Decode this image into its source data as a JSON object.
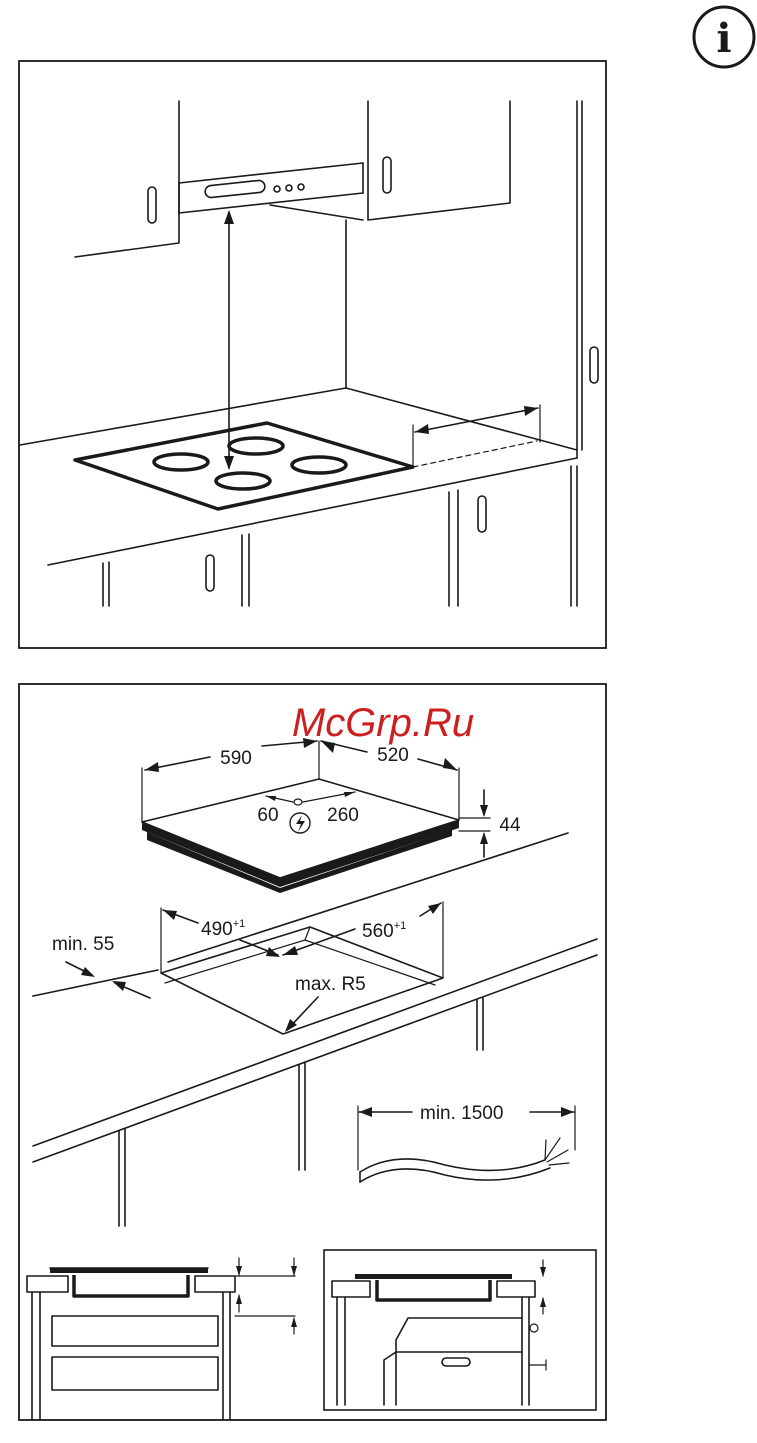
{
  "info_icon": {
    "glyph": "i",
    "icon": "info-icon"
  },
  "watermark": "McGrp.Ru",
  "install_diagram": {
    "hob_width": "590",
    "hob_depth": "520",
    "hob_height": "44",
    "connection_offset_x": "60",
    "connection_offset_y": "260",
    "cutout_width_main": "490",
    "cutout_width_tol": "+1",
    "cutout_depth_main": "560",
    "cutout_depth_tol": "+1",
    "min_front_distance": "min. 55",
    "max_corner_radius": "max. R5",
    "min_cable_length": "min. 1500"
  }
}
